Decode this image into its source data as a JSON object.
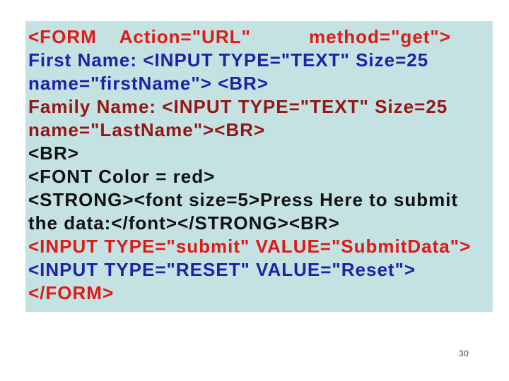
{
  "slide": {
    "background": "#ffffff",
    "page_number": "30"
  },
  "code_block": {
    "background": "#c4e2e2",
    "palette": {
      "red": "#e01818",
      "blue": "#2020a8",
      "maroon": "#941616",
      "black": "#111111"
    },
    "lines": [
      {
        "text": "<FORM    Action=\"URL\"          method=\"get\">",
        "color": "red"
      },
      {
        "text": "First Name: <INPUT TYPE=\"TEXT\" Size=25",
        "color": "blue"
      },
      {
        "text": "name=\"firstName\"> <BR>",
        "color": "blue"
      },
      {
        "text": "Family Name: <INPUT TYPE=\"TEXT\" Size=25",
        "color": "maroon"
      },
      {
        "text": "name=\"LastName\"><BR>",
        "color": "maroon"
      },
      {
        "text": "<BR>",
        "color": "black"
      },
      {
        "text": "<FONT Color = red>",
        "color": "black"
      },
      {
        "text": "<STRONG><font size=5>Press Here to submit",
        "color": "black"
      },
      {
        "text": "the data:</font></STRONG><BR>",
        "color": "black"
      },
      {
        "text": "<INPUT TYPE=\"submit\" VALUE=\"SubmitData\">",
        "color": "red"
      },
      {
        "text": "<INPUT TYPE=\"RESET\" VALUE=\"Reset\">",
        "color": "blue"
      },
      {
        "text": "</FORM>",
        "color": "red"
      }
    ]
  }
}
